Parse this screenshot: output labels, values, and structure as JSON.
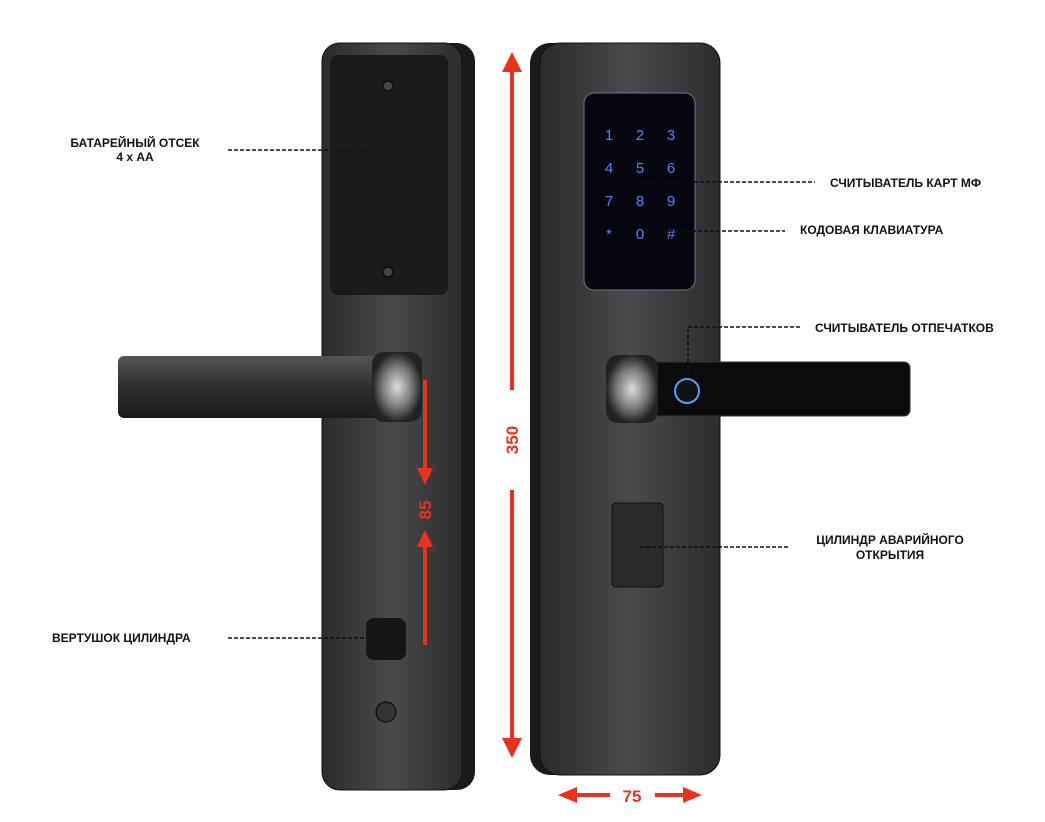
{
  "labels": {
    "battery_line1": "БАТАРЕЙНЫЙ ОТСЕК",
    "battery_line2": "4 х АА",
    "thumb_turn": "ВЕРТУШОК ЦИЛИНДРА",
    "card_reader": "СЧИТЫВАТЕЛЬ КАРТ МФ",
    "keypad": "КОДОВАЯ КЛАВИАТУРА",
    "fingerprint": "СЧИТЫВАТЕЛЬ ОТПЕЧАТКОВ",
    "emergency_line1": "ЦИЛИНДР АВАРИЙНОГО",
    "emergency_line2": "ОТКРЫТИЯ"
  },
  "dimensions": {
    "height": "350",
    "handle_to_cylinder": "85",
    "width": "75"
  },
  "keypad_keys": [
    "1",
    "2",
    "3",
    "4",
    "5",
    "6",
    "7",
    "8",
    "9",
    "*",
    "0",
    "#"
  ],
  "colors": {
    "dimension": "#e8321e",
    "keypad_glow": "#5b7dff"
  }
}
